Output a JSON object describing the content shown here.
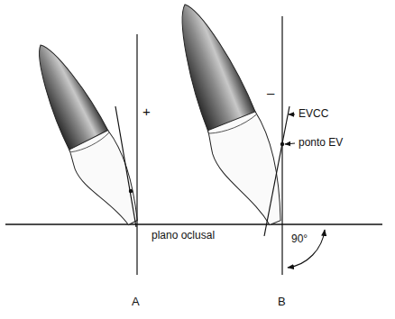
{
  "diagram": {
    "labels": [
      "+",
      "–",
      "EVCC",
      "ponto EV",
      "plano oclusal",
      "90°",
      "A",
      "B"
    ]
  }
}
